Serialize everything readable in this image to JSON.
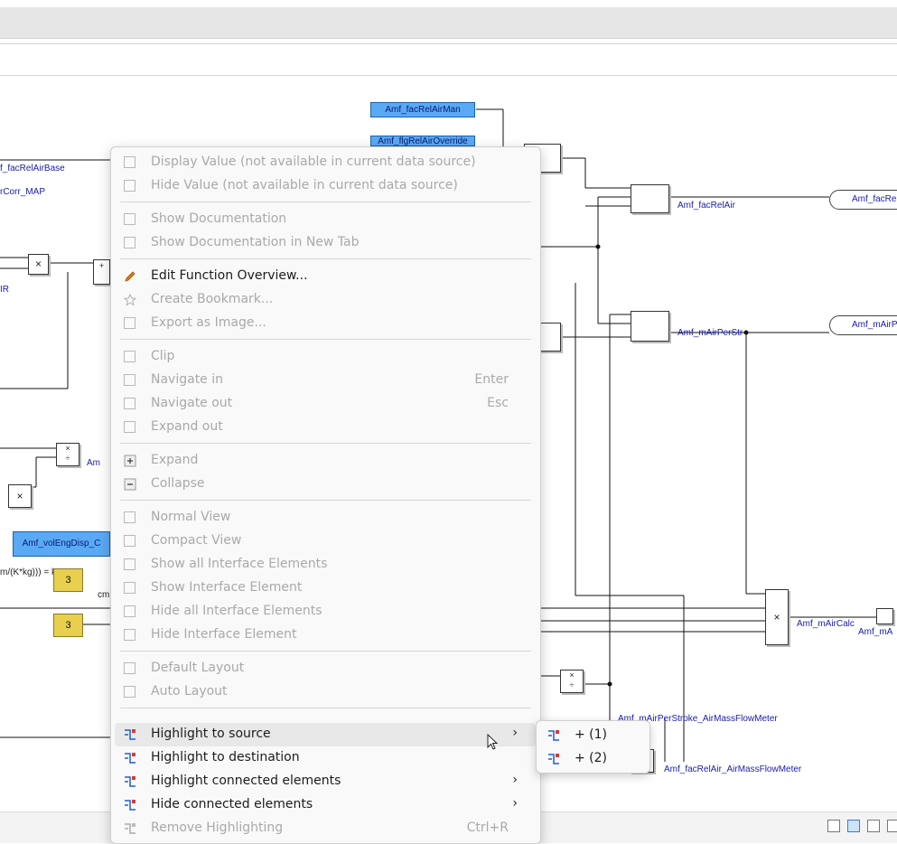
{
  "diagram": {
    "inports": [
      "Amf_facRelAirMan",
      "Amf_flgRelAirOverride",
      "Amf_volEngDisp_C"
    ],
    "left_labels": [
      "f_facRelAirBase",
      "rCorr_MAP",
      "IR"
    ],
    "signals": [
      "Amf_facRelAir",
      "Amf_mAirPerStr",
      "Amf_mAirCalc",
      "Amf_mAirPerStroke_AirMassFlowMeter",
      "Amf_facRelAir_AirMassFlowMeter",
      "Am"
    ],
    "outports": [
      "Amf_facRe",
      "Amf_mAirP",
      "Amf_mA"
    ],
    "constants": [
      "3",
      "3"
    ],
    "misc_text": [
      "m/(K*kg))) = k",
      "cm"
    ],
    "ops": {
      "mult": "×",
      "div_top": "×",
      "div_bottom": "÷",
      "plus": "+"
    }
  },
  "menu": {
    "items": [
      {
        "label": "Display Value (not available in current data source)",
        "enabled": false,
        "icon": "display-value-icon"
      },
      {
        "label": "Hide Value (not available in current data source)",
        "enabled": false,
        "icon": "hide-value-icon"
      },
      {
        "label": "Show Documentation",
        "enabled": false,
        "icon": "document-icon"
      },
      {
        "label": "Show Documentation in New Tab",
        "enabled": false,
        "icon": "document-icon"
      },
      {
        "label": "Edit Function Overview...",
        "enabled": true,
        "icon": "pencil-icon"
      },
      {
        "label": "Create Bookmark...",
        "enabled": false,
        "icon": "star-icon"
      },
      {
        "label": "Export as Image...",
        "enabled": false,
        "icon": "image-icon"
      },
      {
        "label": "Clip",
        "enabled": false,
        "icon": "clip-icon"
      },
      {
        "label": "Navigate in",
        "shortcut": "Enter",
        "enabled": false,
        "icon": "navigate-in-icon"
      },
      {
        "label": "Navigate out",
        "shortcut": "Esc",
        "enabled": false,
        "icon": "navigate-out-icon"
      },
      {
        "label": "Expand out",
        "enabled": false,
        "icon": "expand-out-icon"
      },
      {
        "label": "Expand",
        "enabled": false,
        "icon": "plus-box-icon"
      },
      {
        "label": "Collapse",
        "enabled": false,
        "icon": "minus-box-icon"
      },
      {
        "label": "Normal View",
        "enabled": false,
        "icon": "normal-view-icon"
      },
      {
        "label": "Compact View",
        "enabled": false,
        "icon": "compact-view-icon"
      },
      {
        "label": "Show all Interface Elements",
        "enabled": false,
        "icon": "list-icon"
      },
      {
        "label": "Show Interface Element",
        "enabled": false,
        "icon": "list-icon"
      },
      {
        "label": "Hide all Interface Elements",
        "enabled": false,
        "icon": "list-hide-icon"
      },
      {
        "label": "Hide Interface Element",
        "enabled": false,
        "icon": "list-hide-icon"
      },
      {
        "label": "Default Layout",
        "enabled": false,
        "icon": "layout-icon"
      },
      {
        "label": "Auto Layout",
        "enabled": false,
        "icon": "layout-icon"
      },
      {
        "label": "Highlight to source",
        "enabled": true,
        "submenu": true,
        "highlighted": true,
        "icon": "highlight-icon"
      },
      {
        "label": "Highlight to destination",
        "enabled": true,
        "icon": "highlight-icon"
      },
      {
        "label": "Highlight connected elements",
        "enabled": true,
        "submenu": true,
        "icon": "highlight-icon"
      },
      {
        "label": "Hide connected elements",
        "enabled": true,
        "submenu": true,
        "icon": "highlight-icon"
      },
      {
        "label": "Remove Highlighting",
        "shortcut": "Ctrl+R",
        "enabled": false,
        "icon": "highlight-icon"
      }
    ],
    "submenu_arrow": "›"
  },
  "submenu": {
    "items": [
      "+ (1)",
      "+ (2)"
    ]
  },
  "colors": {
    "highlight_icon": "#1f5fd1",
    "pencil_icon": "#e07a10",
    "inport_fill": "#5aa9f5",
    "constant_fill": "#e8cf4e"
  }
}
